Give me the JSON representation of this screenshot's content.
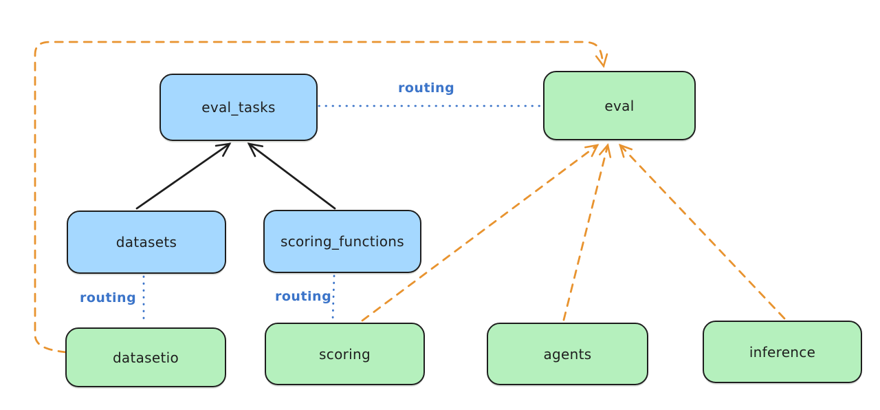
{
  "diagram": {
    "background": "#ffffff",
    "colors": {
      "resource_fill_blue": "#a5d8ff",
      "api_fill_green": "#b5f0bd",
      "stroke_black": "#1e1e1e",
      "dashed_orange": "#e8932f",
      "routing_blue": "#3b74c9"
    },
    "nodes": [
      {
        "id": "eval_tasks",
        "label": "eval_tasks",
        "fill": "#a5d8ff"
      },
      {
        "id": "eval",
        "label": "eval",
        "fill": "#b5f0bd"
      },
      {
        "id": "datasets",
        "label": "datasets",
        "fill": "#a5d8ff"
      },
      {
        "id": "scoring_functions",
        "label": "scoring_functions",
        "fill": "#a5d8ff"
      },
      {
        "id": "datasetio",
        "label": "datasetio",
        "fill": "#b5f0bd"
      },
      {
        "id": "scoring",
        "label": "scoring",
        "fill": "#b5f0bd"
      },
      {
        "id": "agents",
        "label": "agents",
        "fill": "#b5f0bd"
      },
      {
        "id": "inference",
        "label": "inference",
        "fill": "#b5f0bd"
      }
    ],
    "edge_labels": [
      {
        "id": "routing-eval-tasks-to-eval",
        "text": "routing"
      },
      {
        "id": "routing-datasets-to-datasetio",
        "text": "routing"
      },
      {
        "id": "routing-scoring-functions-to-scoring",
        "text": "routing"
      }
    ],
    "edges": [
      {
        "from": "datasets",
        "to": "eval_tasks",
        "style": "solid-black-arrow"
      },
      {
        "from": "scoring_functions",
        "to": "eval_tasks",
        "style": "solid-black-arrow"
      },
      {
        "from": "eval_tasks",
        "to": "eval",
        "style": "dotted-blue",
        "label": "routing"
      },
      {
        "from": "datasets",
        "to": "datasetio",
        "style": "dotted-blue",
        "label": "routing"
      },
      {
        "from": "scoring_functions",
        "to": "scoring",
        "style": "dotted-blue",
        "label": "routing"
      },
      {
        "from": "datasetio",
        "to": "eval",
        "style": "dashed-orange-arrow"
      },
      {
        "from": "scoring",
        "to": "eval",
        "style": "dashed-orange-arrow"
      },
      {
        "from": "agents",
        "to": "eval",
        "style": "dashed-orange-arrow"
      },
      {
        "from": "inference",
        "to": "eval",
        "style": "dashed-orange-arrow"
      }
    ]
  }
}
